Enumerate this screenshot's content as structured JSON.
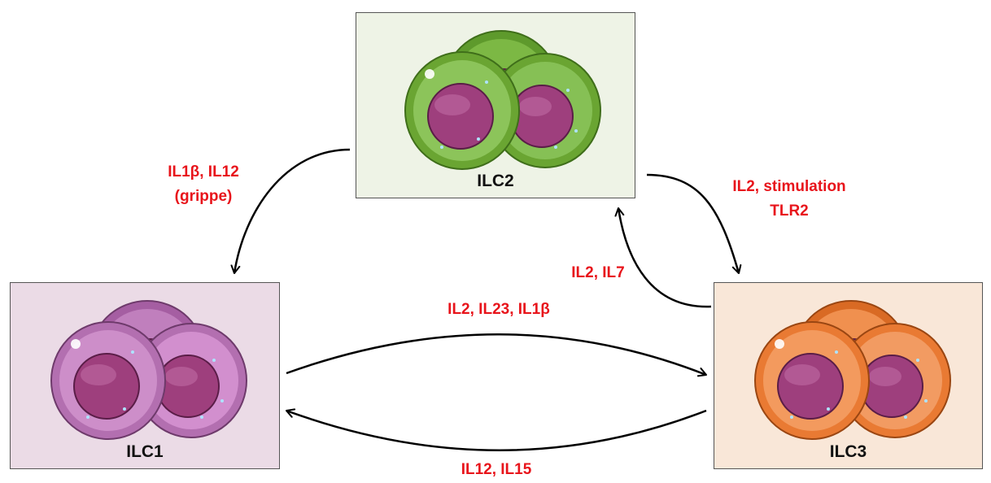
{
  "cells": {
    "ilc1": {
      "label": "ILC1",
      "color": "#b36fb0",
      "nucleus": "#9e3f7d"
    },
    "ilc2": {
      "label": "ILC2",
      "color": "#6aa532",
      "nucleus": "#9e3f7d"
    },
    "ilc3": {
      "label": "ILC3",
      "color": "#e97a33",
      "nucleus": "#9e3f7d"
    }
  },
  "transitions": {
    "ilc2_to_ilc1": {
      "line1": "IL1β, IL12",
      "line2": "(grippe)"
    },
    "ilc2_to_ilc3": {
      "line1": "IL2, stimulation",
      "line2": "TLR2"
    },
    "ilc3_to_ilc2": {
      "label": "IL2, IL7"
    },
    "ilc1_to_ilc3": {
      "label": "IL2, IL23, IL1β"
    },
    "ilc3_to_ilc1": {
      "label": "IL12, IL15"
    }
  },
  "colors": {
    "label": "#e8141b",
    "arrow": "#000000"
  }
}
